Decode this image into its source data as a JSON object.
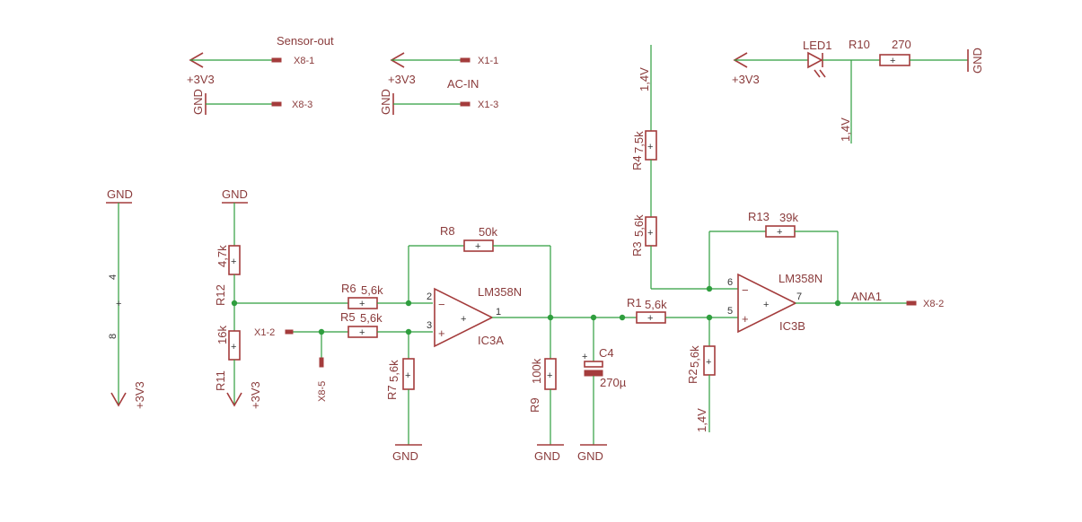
{
  "colors": {
    "wire": "#2f9e3e",
    "symbol": "#a43c3c",
    "text": "#8a3b3b",
    "background": "#ffffff"
  },
  "connectors": {
    "sensor_out": "Sensor-out",
    "ac_in": "AC-IN",
    "x8_1": "X8-1",
    "x8_2": "X8-2",
    "x8_3": "X8-3",
    "x8_5": "X8-5",
    "x1_1": "X1-1",
    "x1_2": "X1-2",
    "x1_3": "X1-3"
  },
  "nets": {
    "vcc": "+3V3",
    "gnd": "GND",
    "ref": "1,4V",
    "ana1": "ANA1"
  },
  "components": {
    "R1": {
      "name": "R1",
      "value": "5,6k"
    },
    "R2": {
      "name": "R2",
      "value": "5,6k"
    },
    "R3": {
      "name": "R3",
      "value": "5,6k"
    },
    "R4": {
      "name": "R4",
      "value": "7,5k"
    },
    "R5": {
      "name": "R5",
      "value": "5,6k"
    },
    "R6": {
      "name": "R6",
      "value": "5,6k"
    },
    "R7": {
      "name": "R7",
      "value": "5,6k"
    },
    "R8": {
      "name": "R8",
      "value": "50k"
    },
    "R9": {
      "name": "R9",
      "value": "100k"
    },
    "R10": {
      "name": "R10",
      "value": "270"
    },
    "R11": {
      "name": "R11",
      "value": "16k"
    },
    "R12": {
      "name": "R12",
      "value": "4,7k"
    },
    "R13": {
      "name": "R13",
      "value": "39k"
    },
    "C4": {
      "name": "C4",
      "value": "270µ"
    },
    "LED1": {
      "name": "LED1"
    },
    "IC3A": {
      "name": "IC3A",
      "value": "LM358N"
    },
    "IC3B": {
      "name": "IC3B",
      "value": "LM358N"
    }
  },
  "pins": {
    "p1": "1",
    "p2": "2",
    "p3": "3",
    "p4": "4",
    "p5": "5",
    "p6": "6",
    "p7": "7",
    "p8": "8",
    "minus": "−",
    "plus": "+",
    "mark": "+"
  }
}
